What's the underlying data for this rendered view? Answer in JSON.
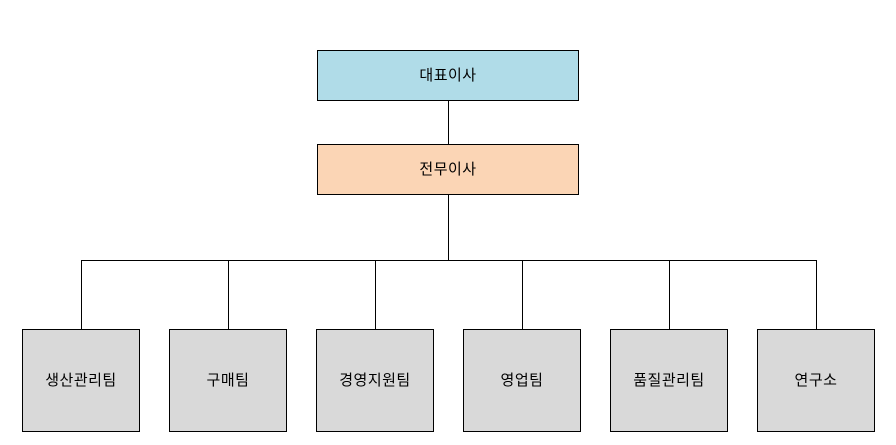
{
  "chart_data": {
    "type": "diagram",
    "diagram_type": "organization-chart",
    "title": "",
    "orientation": "top-down",
    "levels": 3,
    "colors": {
      "level1_fill": "#b0dce8",
      "level2_fill": "#fbd5b5",
      "level3_fill": "#d9d9d9",
      "border": "#000000",
      "connector": "#000000",
      "background": "#ffffff",
      "text": "#000000"
    },
    "nodes": [
      {
        "id": "n1",
        "label": "대표이사",
        "level": 1,
        "fill": "#b0dce8",
        "parent": null
      },
      {
        "id": "n2",
        "label": "전무이사",
        "level": 2,
        "fill": "#fbd5b5",
        "parent": "n1"
      },
      {
        "id": "n3",
        "label": "생산관리팀",
        "level": 3,
        "fill": "#d9d9d9",
        "parent": "n2"
      },
      {
        "id": "n4",
        "label": "구매팀",
        "level": 3,
        "fill": "#d9d9d9",
        "parent": "n2"
      },
      {
        "id": "n5",
        "label": "경영지원팀",
        "level": 3,
        "fill": "#d9d9d9",
        "parent": "n2"
      },
      {
        "id": "n6",
        "label": "영업팀",
        "level": 3,
        "fill": "#d9d9d9",
        "parent": "n2"
      },
      {
        "id": "n7",
        "label": "품질관리팀",
        "level": 3,
        "fill": "#d9d9d9",
        "parent": "n2"
      },
      {
        "id": "n8",
        "label": "연구소",
        "level": 3,
        "fill": "#d9d9d9",
        "parent": "n2"
      }
    ],
    "edges": [
      {
        "from": "n1",
        "to": "n2"
      },
      {
        "from": "n2",
        "to": "n3"
      },
      {
        "from": "n2",
        "to": "n4"
      },
      {
        "from": "n2",
        "to": "n5"
      },
      {
        "from": "n2",
        "to": "n6"
      },
      {
        "from": "n2",
        "to": "n7"
      },
      {
        "from": "n2",
        "to": "n8"
      }
    ]
  },
  "chart": {
    "top": {
      "label": "대표이사"
    },
    "second": {
      "label": "전무이사"
    },
    "teams": [
      {
        "label": "생산관리팀"
      },
      {
        "label": "구매팀"
      },
      {
        "label": "경영지원팀"
      },
      {
        "label": "영업팀"
      },
      {
        "label": "품질관리팀"
      },
      {
        "label": "연구소"
      }
    ]
  }
}
